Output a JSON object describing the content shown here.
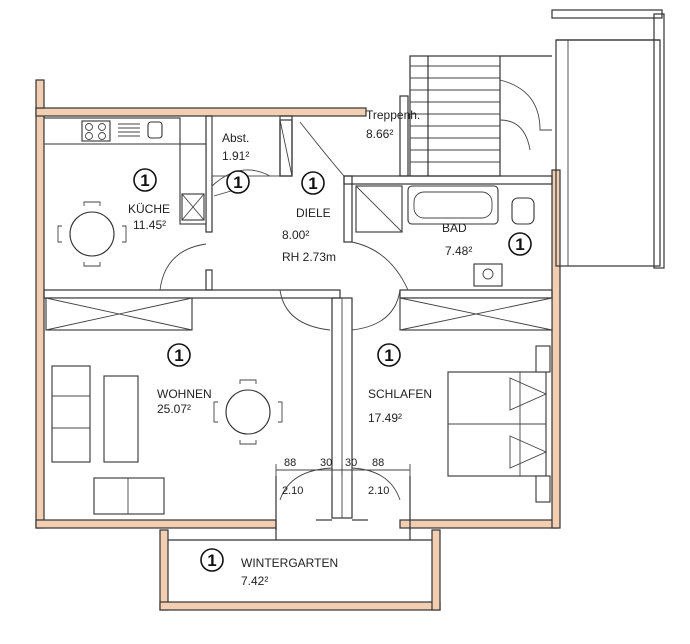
{
  "rooms": {
    "kueche": {
      "name": "KÜCHE",
      "area": "11.45²",
      "marker": "1"
    },
    "abst": {
      "name": "Abst.",
      "area": "1.91²",
      "marker": "1"
    },
    "treppenh": {
      "name": "Treppenh.",
      "area": "8.66²"
    },
    "diele": {
      "name": "DIELE",
      "area": "8.00²",
      "height": "RH  2.73m",
      "marker": "1"
    },
    "bad": {
      "name": "BAD",
      "area": "7.48²",
      "marker": "1"
    },
    "wohnen": {
      "name": "WOHNEN",
      "area": "25.07²",
      "marker": "1"
    },
    "schlafen": {
      "name": "SCHLAFEN",
      "area": "17.49²",
      "marker": "1"
    },
    "wintergarten": {
      "name": "WINTERGARTEN",
      "area": "7.42²",
      "marker": "1"
    }
  },
  "dimensions": {
    "left_width": "88",
    "left_height": "2.10",
    "mid_a": "30",
    "mid_b": "30",
    "right_width": "88",
    "right_height": "2.10"
  },
  "colors": {
    "wall_fill": "#f2cfb2",
    "line": "#333333"
  }
}
